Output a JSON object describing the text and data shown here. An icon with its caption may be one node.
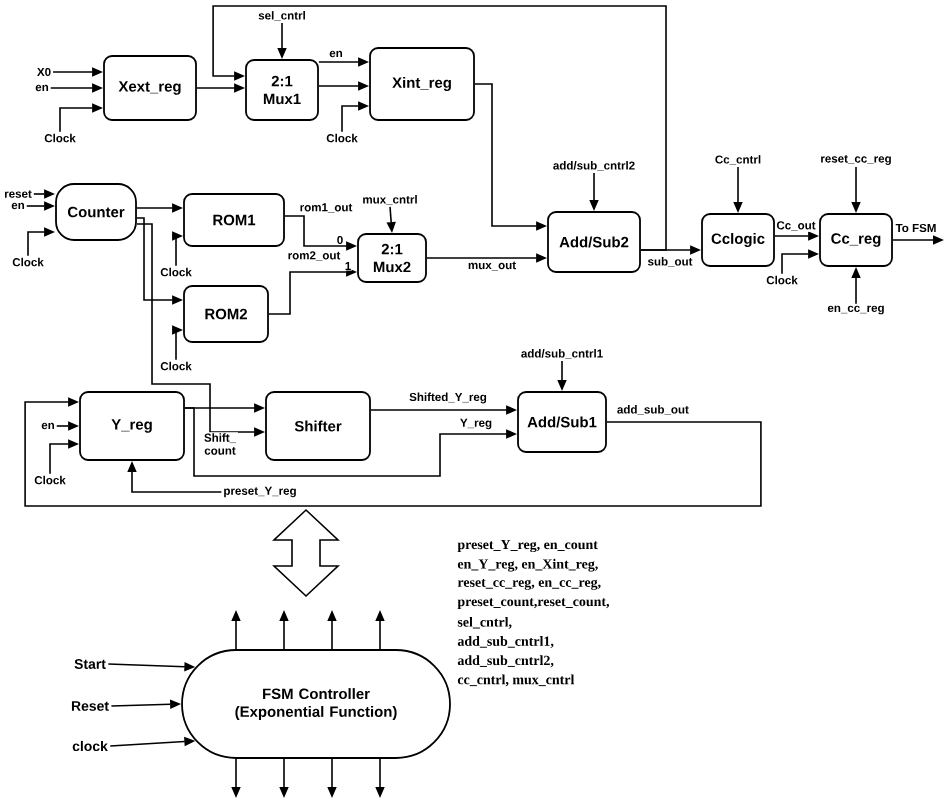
{
  "diagram": {
    "nodes": [
      {
        "text": [
          "Xext_reg"
        ]
      },
      {
        "text": [
          "2:1 Mux1"
        ]
      },
      {
        "text": [
          "Xint_reg"
        ]
      },
      {
        "text": [
          "Counter"
        ]
      },
      {
        "text": [
          "ROM1"
        ]
      },
      {
        "text": [
          "ROM2"
        ]
      },
      {
        "text": [
          "2:1 Mux2"
        ]
      },
      {
        "text": [
          "Add/Sub2"
        ]
      },
      {
        "text": [
          "Cclogic"
        ]
      },
      {
        "text": [
          "Cc_reg"
        ]
      },
      {
        "text": [
          "Y_reg"
        ]
      },
      {
        "text": [
          "Shifter"
        ]
      },
      {
        "text": [
          "Add/Sub1"
        ]
      },
      {
        "text": [
          "FSM Controller (Exponential Function)"
        ]
      },
      {
        "text": [
          "X0"
        ]
      },
      {
        "text": [
          "en"
        ]
      },
      {
        "text": [
          "Clock"
        ]
      },
      {
        "text": [
          "sel_cntrl"
        ]
      },
      {
        "text": [
          "Clock"
        ]
      },
      {
        "text": [
          "reset"
        ]
      },
      {
        "text": [
          "en"
        ]
      },
      {
        "text": [
          "Clock"
        ]
      },
      {
        "text": [
          "Clock"
        ]
      },
      {
        "text": [
          "Clock"
        ]
      },
      {
        "text": [
          "mux_cntrl"
        ]
      },
      {
        "text": [
          "add/sub_cntrl2"
        ]
      },
      {
        "text": [
          "Cc_cntrl"
        ]
      },
      {
        "text": [
          "reset_cc_reg"
        ]
      },
      {
        "text": [
          "Clock"
        ]
      },
      {
        "text": [
          "en_cc_reg"
        ]
      },
      {
        "text": [
          "add/sub_cntrl1"
        ]
      },
      {
        "text": [
          "en"
        ]
      },
      {
        "text": [
          "Clock"
        ]
      },
      {
        "text": [
          "preset_Y_reg"
        ]
      },
      {
        "text": [
          "Start"
        ]
      },
      {
        "text": [
          "Reset"
        ]
      },
      {
        "text": [
          "clock"
        ]
      }
    ],
    "edges": [
      {
        "from": 14,
        "to": 0,
        "arrow": "to"
      },
      {
        "from": 15,
        "to": 0,
        "arrow": "to"
      },
      {
        "from": 16,
        "to": 0,
        "arrow": "to"
      },
      {
        "from": 0,
        "to": 1,
        "arrow": "to"
      },
      {
        "from": 17,
        "to": 1,
        "arrow": "to"
      },
      {
        "from": 1,
        "to": 2,
        "arrow": "to",
        "label": "en"
      },
      {
        "from": 1,
        "to": 2,
        "arrow": "to"
      },
      {
        "from": 18,
        "to": 2,
        "arrow": "to"
      },
      {
        "from": 7,
        "to": 1,
        "arrow": "to"
      },
      {
        "from": 2,
        "to": 7,
        "arrow": "to"
      },
      {
        "from": 19,
        "to": 3,
        "arrow": "to"
      },
      {
        "from": 20,
        "to": 3,
        "arrow": "to"
      },
      {
        "from": 21,
        "to": 3,
        "arrow": "to"
      },
      {
        "from": 3,
        "to": 4,
        "arrow": "to"
      },
      {
        "from": 3,
        "to": 5,
        "arrow": "to"
      },
      {
        "from": 3,
        "to": 11,
        "arrow": "to",
        "label": "Shift_ count"
      },
      {
        "from": 22,
        "to": 4,
        "arrow": "to"
      },
      {
        "from": 23,
        "to": 5,
        "arrow": "to"
      },
      {
        "from": 4,
        "to": 6,
        "arrow": "to",
        "label": "rom1_out"
      },
      {
        "from": 5,
        "to": 6,
        "arrow": "to",
        "label": "rom2_out"
      },
      {
        "from": 24,
        "to": 6,
        "arrow": "to"
      },
      {
        "from": 6,
        "to": 7,
        "arrow": "to",
        "label": "mux_out"
      },
      {
        "from": 25,
        "to": 7,
        "arrow": "to"
      },
      {
        "from": 7,
        "to": 8,
        "arrow": "to",
        "label": "sub_out"
      },
      {
        "from": 26,
        "to": 8,
        "arrow": "to"
      },
      {
        "from": 8,
        "to": 9,
        "arrow": "to",
        "label": "Cc_out"
      },
      {
        "from": 27,
        "to": 9,
        "arrow": "to"
      },
      {
        "from": 28,
        "to": 9,
        "arrow": "to"
      },
      {
        "from": 29,
        "to": 9,
        "arrow": "to"
      },
      {
        "from": 9,
        "to": null,
        "arrow": "to",
        "label": "To FSM"
      },
      {
        "from": 30,
        "to": 12,
        "arrow": "to"
      },
      {
        "from": 31,
        "to": 10,
        "arrow": "to"
      },
      {
        "from": 32,
        "to": 10,
        "arrow": "to"
      },
      {
        "from": 33,
        "to": 10,
        "arrow": "to"
      },
      {
        "from": 10,
        "to": 11,
        "arrow": "to"
      },
      {
        "from": 10,
        "to": 12,
        "arrow": "to",
        "label": "Y_reg"
      },
      {
        "from": 11,
        "to": 12,
        "arrow": "to",
        "label": "Shifted_Y_reg"
      },
      {
        "from": 12,
        "to": 10,
        "arrow": "to",
        "label": "add_sub_out"
      },
      {
        "from": 34,
        "to": 13,
        "arrow": "to"
      },
      {
        "from": 35,
        "to": 13,
        "arrow": "to"
      },
      {
        "from": 36,
        "to": 13,
        "arrow": "to"
      },
      {
        "from": 13,
        "to": null,
        "arrow": "to"
      },
      {
        "from": 13,
        "to": null,
        "arrow": "to"
      },
      {
        "from": 13,
        "to": null,
        "arrow": "to"
      },
      {
        "from": 13,
        "to": null,
        "arrow": "to"
      },
      {
        "from": 13,
        "to": null,
        "arrow": "to"
      },
      {
        "from": 13,
        "to": null,
        "arrow": "to"
      },
      {
        "from": 13,
        "to": null,
        "arrow": "to"
      },
      {
        "from": 13,
        "to": null,
        "arrow": "to"
      },
      {
        "from": null,
        "to": 13,
        "arrow": "both",
        "style": "thick"
      }
    ],
    "labels": [
      "0",
      "1",
      "preset_Y_reg, en_count",
      "en_Y_reg, en_Xint_reg,",
      "reset_cc_reg,  en_cc_reg,",
      "preset_count,reset_count,",
      "sel_cntrl,",
      "add_sub_cntrl1,",
      "add_sub_cntrl2,",
      "cc_cntrl, mux_cntrl"
    ]
  }
}
